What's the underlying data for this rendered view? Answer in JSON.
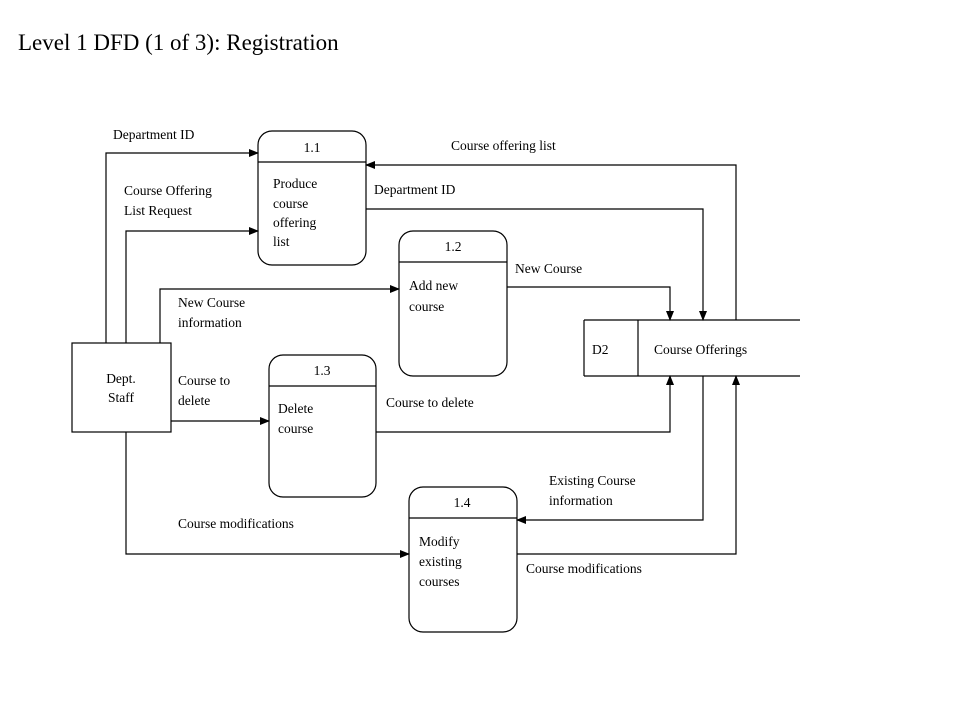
{
  "title": "Level 1 DFD (1 of 3):  Registration",
  "external_entity": {
    "lines": [
      "Dept.",
      "Staff"
    ]
  },
  "data_store": {
    "id": "D2",
    "name": "Course Offerings"
  },
  "processes": [
    {
      "id": "1.1",
      "lines": [
        "Produce",
        "course",
        "offering",
        "list"
      ]
    },
    {
      "id": "1.2",
      "lines": [
        "Add new",
        "course"
      ]
    },
    {
      "id": "1.3",
      "lines": [
        "Delete",
        "course"
      ]
    },
    {
      "id": "1.4",
      "lines": [
        "Modify",
        "existing",
        "courses"
      ]
    }
  ],
  "flows": {
    "dept_id_in": [
      "Department ID"
    ],
    "offering_list_request": [
      "Course Offering",
      "List Request"
    ],
    "offering_list_out": [
      "Course offering list"
    ],
    "dept_id_to_store": [
      "Department ID"
    ],
    "new_course_info": [
      "New Course",
      "information"
    ],
    "new_course": [
      "New Course"
    ],
    "course_to_delete_in": [
      "Course to",
      "delete"
    ],
    "course_to_delete_out": [
      "Course to delete"
    ],
    "existing_course_info": [
      "Existing Course",
      "information"
    ],
    "course_mods_in": [
      "Course modifications"
    ],
    "course_mods_out": [
      "Course modifications"
    ]
  }
}
